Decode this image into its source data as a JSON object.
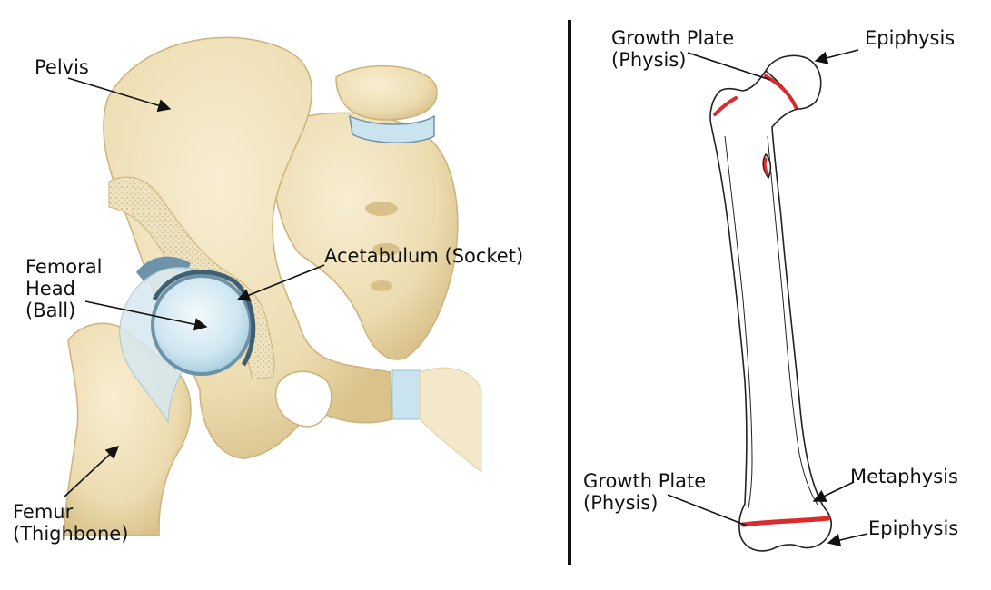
{
  "hip_panel": {
    "labels": {
      "pelvis": "Pelvis",
      "acetabulum": "Acetabulum (Socket)",
      "femoral_head": [
        "Femoral",
        "Head",
        "(Ball)"
      ],
      "femur": [
        "Femur",
        "(Thighbone)"
      ]
    }
  },
  "femur_panel": {
    "labels": {
      "growth_plate_top": [
        "Growth Plate",
        "(Physis)"
      ],
      "epiphysis_top": "Epiphysis",
      "growth_plate_bottom": [
        "Growth Plate",
        "(Physis)"
      ],
      "metaphysis": "Metaphysis",
      "epiphysis_bottom": "Epiphysis"
    }
  },
  "colors": {
    "bone": "#f1e3bc",
    "bone_shadow": "#dcc58f",
    "cartilage": "#c9e3ef",
    "cartilage_edge": "#6e93a8",
    "growth_plate": "#d92b2b",
    "outline": "#222222",
    "divider": "#111111"
  }
}
